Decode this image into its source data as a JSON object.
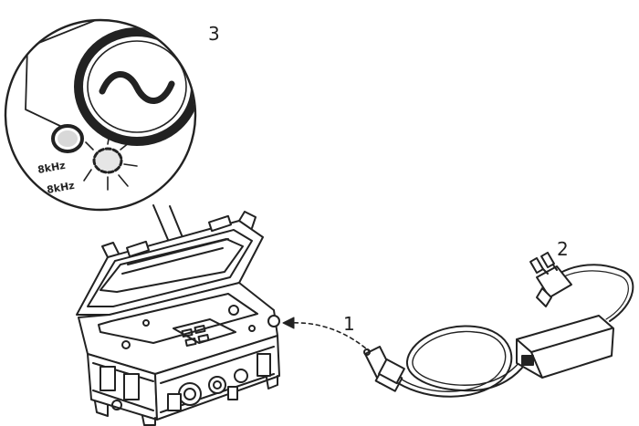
{
  "figure": {
    "callouts": {
      "one": "1",
      "two": "2",
      "three": "3"
    },
    "detail": {
      "indicator_symbol": "~",
      "freq_label_top": "8kHz",
      "freq_label_bottom": "8kHz"
    }
  }
}
